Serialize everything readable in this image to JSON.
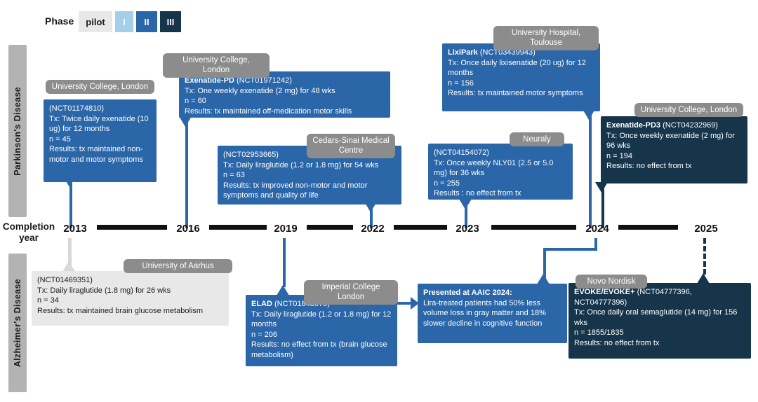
{
  "legend": {
    "title": "Phase",
    "items": [
      {
        "label": "pilot"
      },
      {
        "label": "I"
      },
      {
        "label": "II"
      },
      {
        "label": "III"
      }
    ]
  },
  "rows": {
    "parkinsons": "Parkinson's Disease",
    "alzheimers": "Alzheimer's Disease"
  },
  "axis": {
    "label": "Completion\nyear",
    "years": [
      "2013",
      "2016",
      "2019",
      "2022",
      "2023",
      "2024",
      "2025"
    ]
  },
  "colors": {
    "phase_pilot": "#e8e8e8",
    "phase_i": "#a3cfe8",
    "phase_ii": "#2a66a8",
    "phase_iii": "#16344a",
    "org_tag_gray": "#8c8c8c",
    "rail_gray": "#b3b3b3",
    "timeline_black": "#111111"
  },
  "trials": {
    "pd1": {
      "org": "University College, London",
      "name": "",
      "nct": "(NCT01174810)",
      "body": "Tx: Twice daily exenatide (10 ug) for 12 months\nn = 45\nResults: tx maintained non-motor and motor symptoms"
    },
    "pd2": {
      "org": "University College, London",
      "name": "Exenatide-PD",
      "nct": "(NCT01971242)",
      "body": "Tx: One weekly exenatide (2 mg) for 48 wks\nn = 60\nResults: tx maintained off-medication motor skills"
    },
    "pd3": {
      "org": "Cedars-Sinai Medical Centre",
      "name": "",
      "nct": "(NCT02953665)",
      "body": "Tx: Daily liraglutide (1.2 or 1.8 mg) for 54 wks\nn = 63\nResults: tx improved non-motor and motor symptoms and quality of life"
    },
    "pd4": {
      "org": "Neuraly",
      "name": "",
      "nct": "(NCT04154072)",
      "body": "Tx: Once weekly NLY01 (2.5 or 5.0 mg) for 36 wks\nn = 255\nResults : no effect from tx"
    },
    "pd5": {
      "org": "University Hospital, Toulouse",
      "name": "LixiPark",
      "nct": "(NCT03439943)",
      "body": "Tx: Once daily lixisenatide (20 ug) for 12 months\nn = 156\nResults: tx maintained motor symptoms"
    },
    "pd6": {
      "org": "University College, London",
      "name": "Exenatide-PD3",
      "nct": "(NCT04232969)",
      "body": "Tx: Once weekly exenatide (2 mg) for 96 wks\nn = 194\nResults: no effect from tx"
    },
    "ad1": {
      "org": "University of Aarhus",
      "name": "",
      "nct": "(NCT01469351)",
      "body": "Tx: Daily liraglutide (1.8 mg) for 26 wks\nn = 34\nResults: tx maintained brain glucose metabolism"
    },
    "ad2": {
      "org": "Imperial College London",
      "name": "ELAD",
      "nct": "(NCT01843075)",
      "body": "Tx: Daily liraglutide (1.2 or 1.8 mg) for 12 months\nn = 206\nResults: no effect from tx (brain glucose metabolism)"
    },
    "ad3": {
      "name": "Presented at AAIC 2024:",
      "nct": "",
      "body": "Lira-treated patients had 50% less volume loss in gray matter and 18% slower decline in cognitive function"
    },
    "ad4": {
      "org": "Novo Nordisk",
      "name": "EVOKE/EVOKE+",
      "nct": "(NCT04777396, NCT04777396)",
      "body": "Tx: Once daily oral semaglutide (14 mg) for 156 wks\nn = 1855/1835\nResults: no effect from tx"
    }
  }
}
